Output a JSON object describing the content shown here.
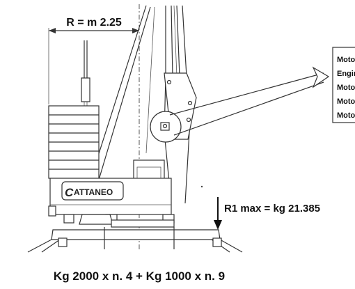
{
  "radius_label": "R = m 2.25",
  "reaction_label": "R1 max =  kg 21.385",
  "counterweight_label": "Kg 2000 x n. 4 + Kg 1000 x n. 9",
  "brand": {
    "name": "ATTANEO",
    "initial": "C"
  },
  "callout_lines": [
    "Moto",
    "Engin",
    "Moto",
    "Moto",
    "Moto"
  ]
}
